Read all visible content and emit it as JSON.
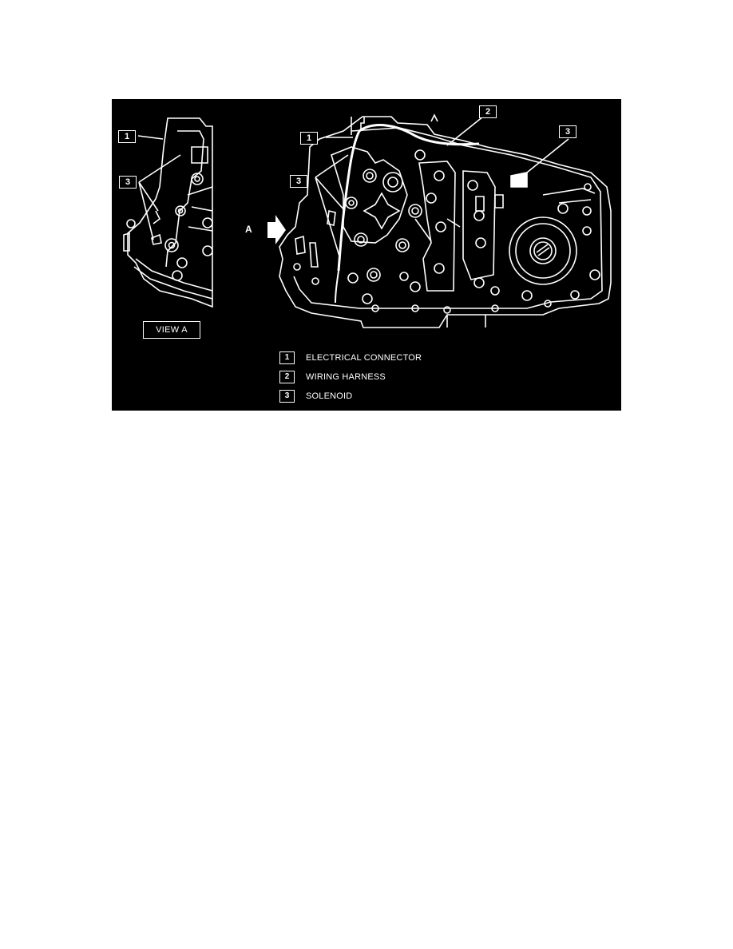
{
  "figure": {
    "view_label": "VIEW A",
    "arrow_label": "A",
    "callouts": {
      "left_1": "1",
      "left_3": "3",
      "main_1": "1",
      "main_2": "2",
      "main_3_left": "3",
      "main_3_right": "3"
    },
    "legend": [
      {
        "number": "1",
        "label": "ELECTRICAL CONNECTOR"
      },
      {
        "number": "2",
        "label": "WIRING HARNESS"
      },
      {
        "number": "3",
        "label": "SOLENOID"
      }
    ],
    "colors": {
      "background": "#000000",
      "line": "#ffffff",
      "page": "#ffffff"
    }
  }
}
